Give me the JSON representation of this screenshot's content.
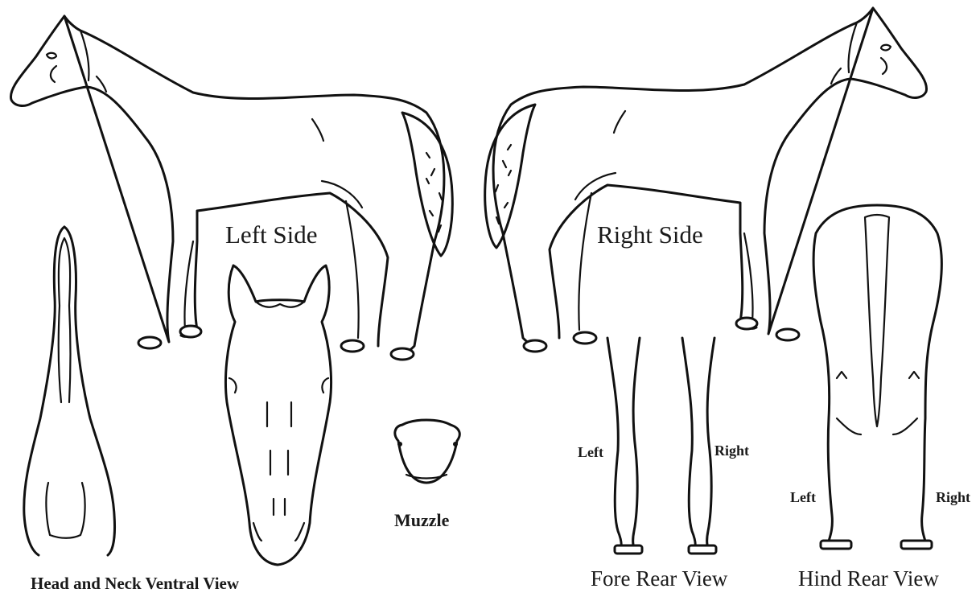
{
  "labels": {
    "left_side": "Left Side",
    "right_side": "Right Side",
    "muzzle": "Muzzle",
    "head_neck_ventral": "Head and Neck Ventral View",
    "fore_rear": "Fore Rear View",
    "hind_rear": "Hind Rear View",
    "fore_left": "Left",
    "fore_right": "Right",
    "hind_left": "Left",
    "hind_right": "Right"
  },
  "colors": {
    "ink": "#111111",
    "background": "#ffffff"
  }
}
